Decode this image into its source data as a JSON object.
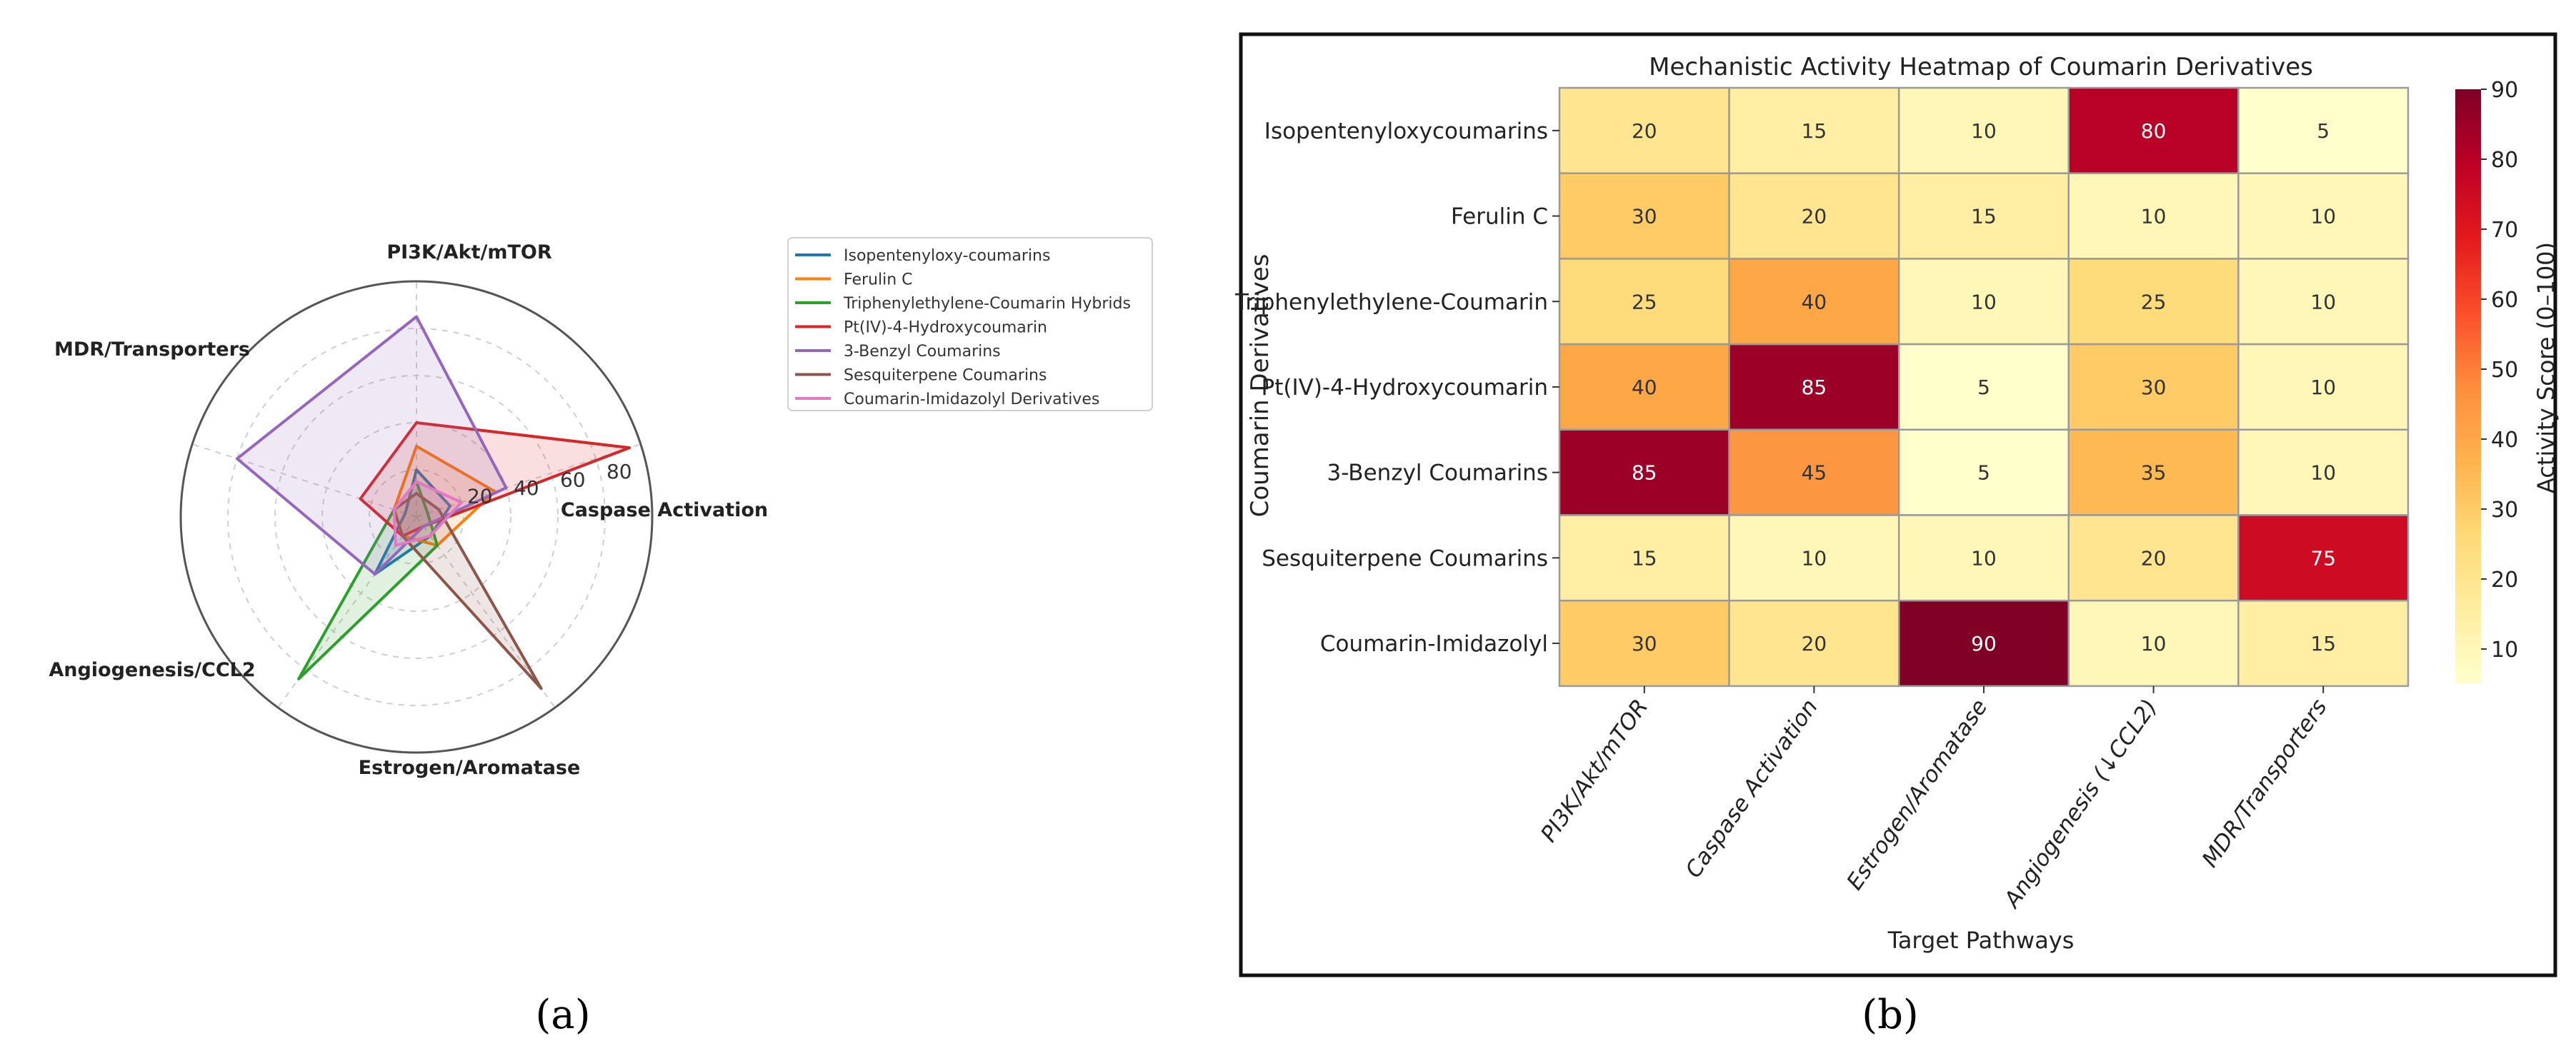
{
  "panels": {
    "a_label": "(a)",
    "b_label": "(b)"
  },
  "chart_data": [
    {
      "type": "radar",
      "axes": [
        "PI3K/Akt/mTOR",
        "Caspase Activation",
        "Estrogen/Aromatase",
        "Angiogenesis/CCL2",
        "MDR/Transporters"
      ],
      "r_ticks": [
        20,
        40,
        60,
        80
      ],
      "r_lim": [
        0,
        100
      ],
      "grid": true,
      "legend_position": "right",
      "series": [
        {
          "name": "Isopentenyloxy-coumarins",
          "color": "#1f77b4",
          "values": [
            20,
            15,
            10,
            30,
            5
          ]
        },
        {
          "name": "Ferulin C",
          "color": "#ff7f0e",
          "values": [
            30,
            35,
            15,
            10,
            10
          ]
        },
        {
          "name": "Triphenylethylene-Coumarin Hybrids",
          "color": "#2ca02c",
          "values": [
            15,
            5,
            15,
            85,
            10
          ]
        },
        {
          "name": "Pt(IV)-4-Hydroxycoumarin",
          "color": "#d62728",
          "values": [
            40,
            95,
            5,
            10,
            25
          ]
        },
        {
          "name": "3-Benzyl Coumarins",
          "color": "#9467bd",
          "values": [
            85,
            40,
            5,
            30,
            80
          ]
        },
        {
          "name": "Sesquiterpene Coumarins",
          "color": "#8c564b",
          "values": [
            10,
            10,
            90,
            10,
            10
          ]
        },
        {
          "name": "Coumarin-Imidazolyl Derivatives",
          "color": "#e377c2",
          "values": [
            15,
            20,
            10,
            15,
            10
          ]
        }
      ]
    },
    {
      "type": "heatmap",
      "title": "Mechanistic Activity Heatmap of Coumarin Derivatives",
      "xlabel": "Target Pathways",
      "ylabel": "Coumarin Derivatives",
      "rows": [
        "Isopentenyloxycoumarins",
        "Ferulin C",
        "Triphenylethylene-Coumarin",
        "Pt(IV)-4-Hydroxycoumarin",
        "3-Benzyl Coumarins",
        "Sesquiterpene Coumarins",
        "Coumarin-Imidazolyl"
      ],
      "columns": [
        "PI3K/Akt/mTOR",
        "Caspase Activation",
        "Estrogen/Aromatase",
        "Angiogenesis (↓CCL2)",
        "MDR/Transporters"
      ],
      "values": [
        [
          20,
          15,
          10,
          80,
          5
        ],
        [
          30,
          20,
          15,
          10,
          10
        ],
        [
          25,
          40,
          10,
          25,
          10
        ],
        [
          40,
          85,
          5,
          30,
          10
        ],
        [
          85,
          45,
          5,
          35,
          10
        ],
        [
          15,
          10,
          10,
          20,
          75
        ],
        [
          30,
          20,
          90,
          10,
          15
        ]
      ],
      "colorbar": {
        "label": "Activity Score (0–100)",
        "ticks": [
          10,
          20,
          30,
          40,
          50,
          60,
          70,
          80,
          90
        ],
        "range": [
          5,
          90
        ],
        "colormap": "YlOrRd"
      }
    }
  ]
}
